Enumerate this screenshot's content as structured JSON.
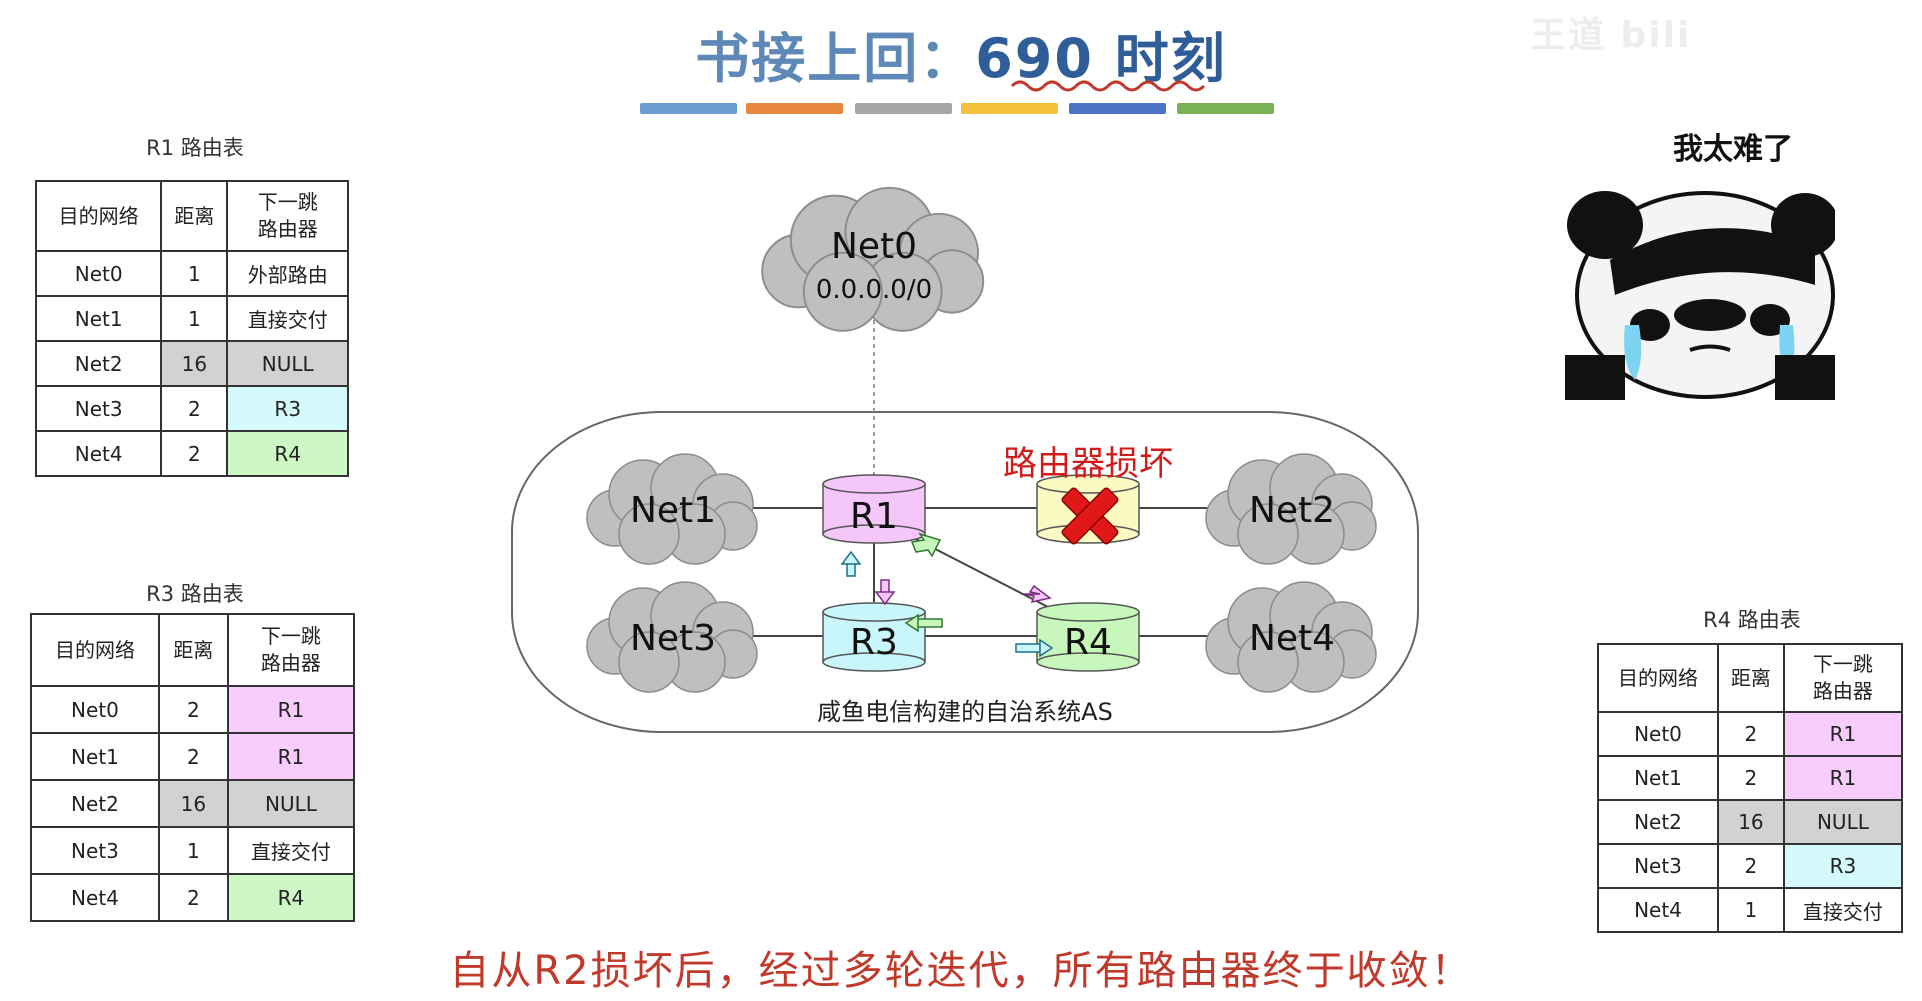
{
  "header": {
    "title_prefix": "书接上回：",
    "title_accent": "690 时刻",
    "color_bars": [
      "#6a9bd1",
      "#e8883e",
      "#a6a6a6",
      "#f3c13a",
      "#4b72c4",
      "#79b255"
    ]
  },
  "watermark": "王道 bili",
  "tables": {
    "r1": {
      "title": "R1 路由表",
      "headers": [
        "目的网络",
        "距离",
        "下一跳",
        "路由器"
      ],
      "rows": [
        {
          "net": "Net0",
          "dist": "1",
          "hop": "外部路由",
          "dist_color": "",
          "hop_color": ""
        },
        {
          "net": "Net1",
          "dist": "1",
          "hop": "直接交付",
          "dist_color": "",
          "hop_color": ""
        },
        {
          "net": "Net2",
          "dist": "16",
          "hop": "NULL",
          "dist_color": "gray",
          "hop_color": "gray"
        },
        {
          "net": "Net3",
          "dist": "2",
          "hop": "R3",
          "dist_color": "",
          "hop_color": "cyan"
        },
        {
          "net": "Net4",
          "dist": "2",
          "hop": "R4",
          "dist_color": "",
          "hop_color": "green"
        }
      ]
    },
    "r3": {
      "title": "R3 路由表",
      "headers": [
        "目的网络",
        "距离",
        "下一跳",
        "路由器"
      ],
      "rows": [
        {
          "net": "Net0",
          "dist": "2",
          "hop": "R1",
          "dist_color": "",
          "hop_color": "pink"
        },
        {
          "net": "Net1",
          "dist": "2",
          "hop": "R1",
          "dist_color": "",
          "hop_color": "pink"
        },
        {
          "net": "Net2",
          "dist": "16",
          "hop": "NULL",
          "dist_color": "gray",
          "hop_color": "gray"
        },
        {
          "net": "Net3",
          "dist": "1",
          "hop": "直接交付",
          "dist_color": "",
          "hop_color": ""
        },
        {
          "net": "Net4",
          "dist": "2",
          "hop": "R4",
          "dist_color": "",
          "hop_color": "green"
        }
      ]
    },
    "r4": {
      "title": "R4 路由表",
      "headers": [
        "目的网络",
        "距离",
        "下一跳",
        "路由器"
      ],
      "rows": [
        {
          "net": "Net0",
          "dist": "2",
          "hop": "R1",
          "dist_color": "",
          "hop_color": "pink"
        },
        {
          "net": "Net1",
          "dist": "2",
          "hop": "R1",
          "dist_color": "",
          "hop_color": "pink"
        },
        {
          "net": "Net2",
          "dist": "16",
          "hop": "NULL",
          "dist_color": "gray",
          "hop_color": "gray"
        },
        {
          "net": "Net3",
          "dist": "2",
          "hop": "R3",
          "dist_color": "",
          "hop_color": "cyan"
        },
        {
          "net": "Net4",
          "dist": "1",
          "hop": "直接交付",
          "dist_color": "",
          "hop_color": ""
        }
      ]
    }
  },
  "diagram": {
    "net0_label": "Net0",
    "net0_addr": "0.0.0.0/0",
    "as_label": "咸鱼电信构建的自治系统AS",
    "broken_label": "路由器损坏",
    "nets": {
      "net1": "Net1",
      "net2": "Net2",
      "net3": "Net3",
      "net4": "Net4"
    },
    "routers": {
      "r1": "R1",
      "r3": "R3",
      "r4": "R4"
    },
    "colors": {
      "r1": "#f4c6f9",
      "r2": "#fafac2",
      "r3": "#c8f6fb",
      "r4": "#c8f7bb",
      "cloud": "#bfbfbf"
    }
  },
  "meme": {
    "caption": "我太难了"
  },
  "footer": "自从R2损坏后，经过多轮迭代，所有路由器终于收敛！"
}
